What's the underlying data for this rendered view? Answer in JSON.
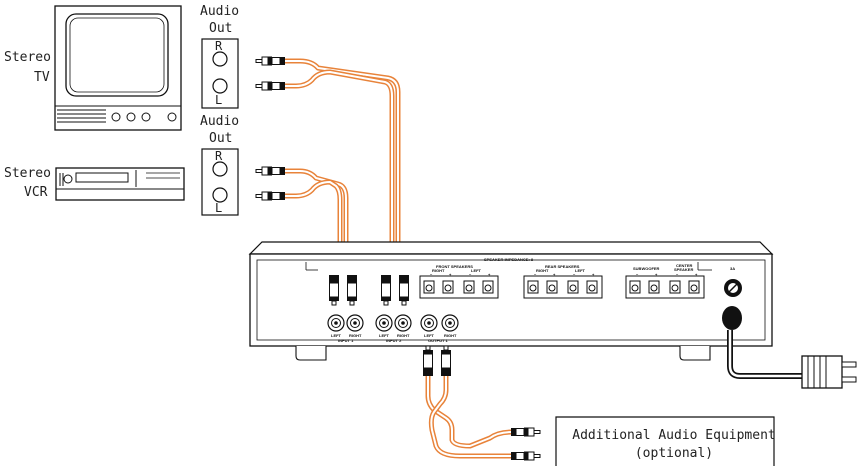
{
  "labels": {
    "stereo_tv": [
      "Stereo",
      "TV"
    ],
    "stereo_vcr": [
      "Stereo",
      "VCR"
    ],
    "audio_out_1": [
      "Audio",
      "Out"
    ],
    "audio_out_2": [
      "Audio",
      "Out"
    ],
    "jack_r": "R",
    "jack_l": "L",
    "additional": [
      "Additional Audio Equipment",
      "(optional)"
    ]
  },
  "amplifier": {
    "speaker_impedance": "SPEAKER IMPEDANCE: 8",
    "front_speakers": "FRONT SPEAKERS",
    "rear_speakers": "REAR SPEAKERS",
    "subwoofer": "SUBWOOFER",
    "center_speaker": [
      "CENTER",
      "SPEAKER"
    ],
    "right": "RIGHT",
    "left": "LEFT",
    "minus": "−",
    "plus": "+",
    "fuse": "3A",
    "input1": "INPUT 1",
    "input2": "INPUT 2",
    "output1": "OUTPUT 1"
  },
  "colors": {
    "cable": "#e8833a",
    "line": "#111111"
  }
}
